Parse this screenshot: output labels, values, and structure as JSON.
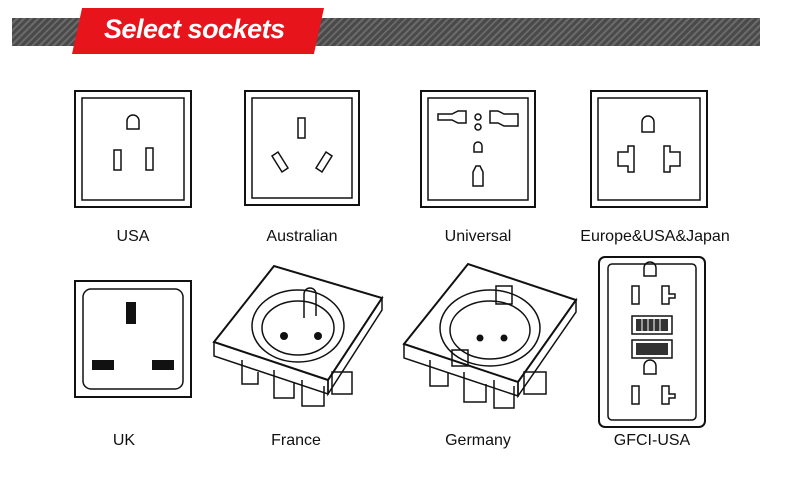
{
  "header": {
    "title": "Select sockets"
  },
  "sockets": [
    {
      "label": "USA"
    },
    {
      "label": "Australian"
    },
    {
      "label": "Universal"
    },
    {
      "label": "Europe&USA&Japan"
    },
    {
      "label": "UK"
    },
    {
      "label": "France"
    },
    {
      "label": "Germany"
    },
    {
      "label": "GFCI-USA"
    }
  ]
}
